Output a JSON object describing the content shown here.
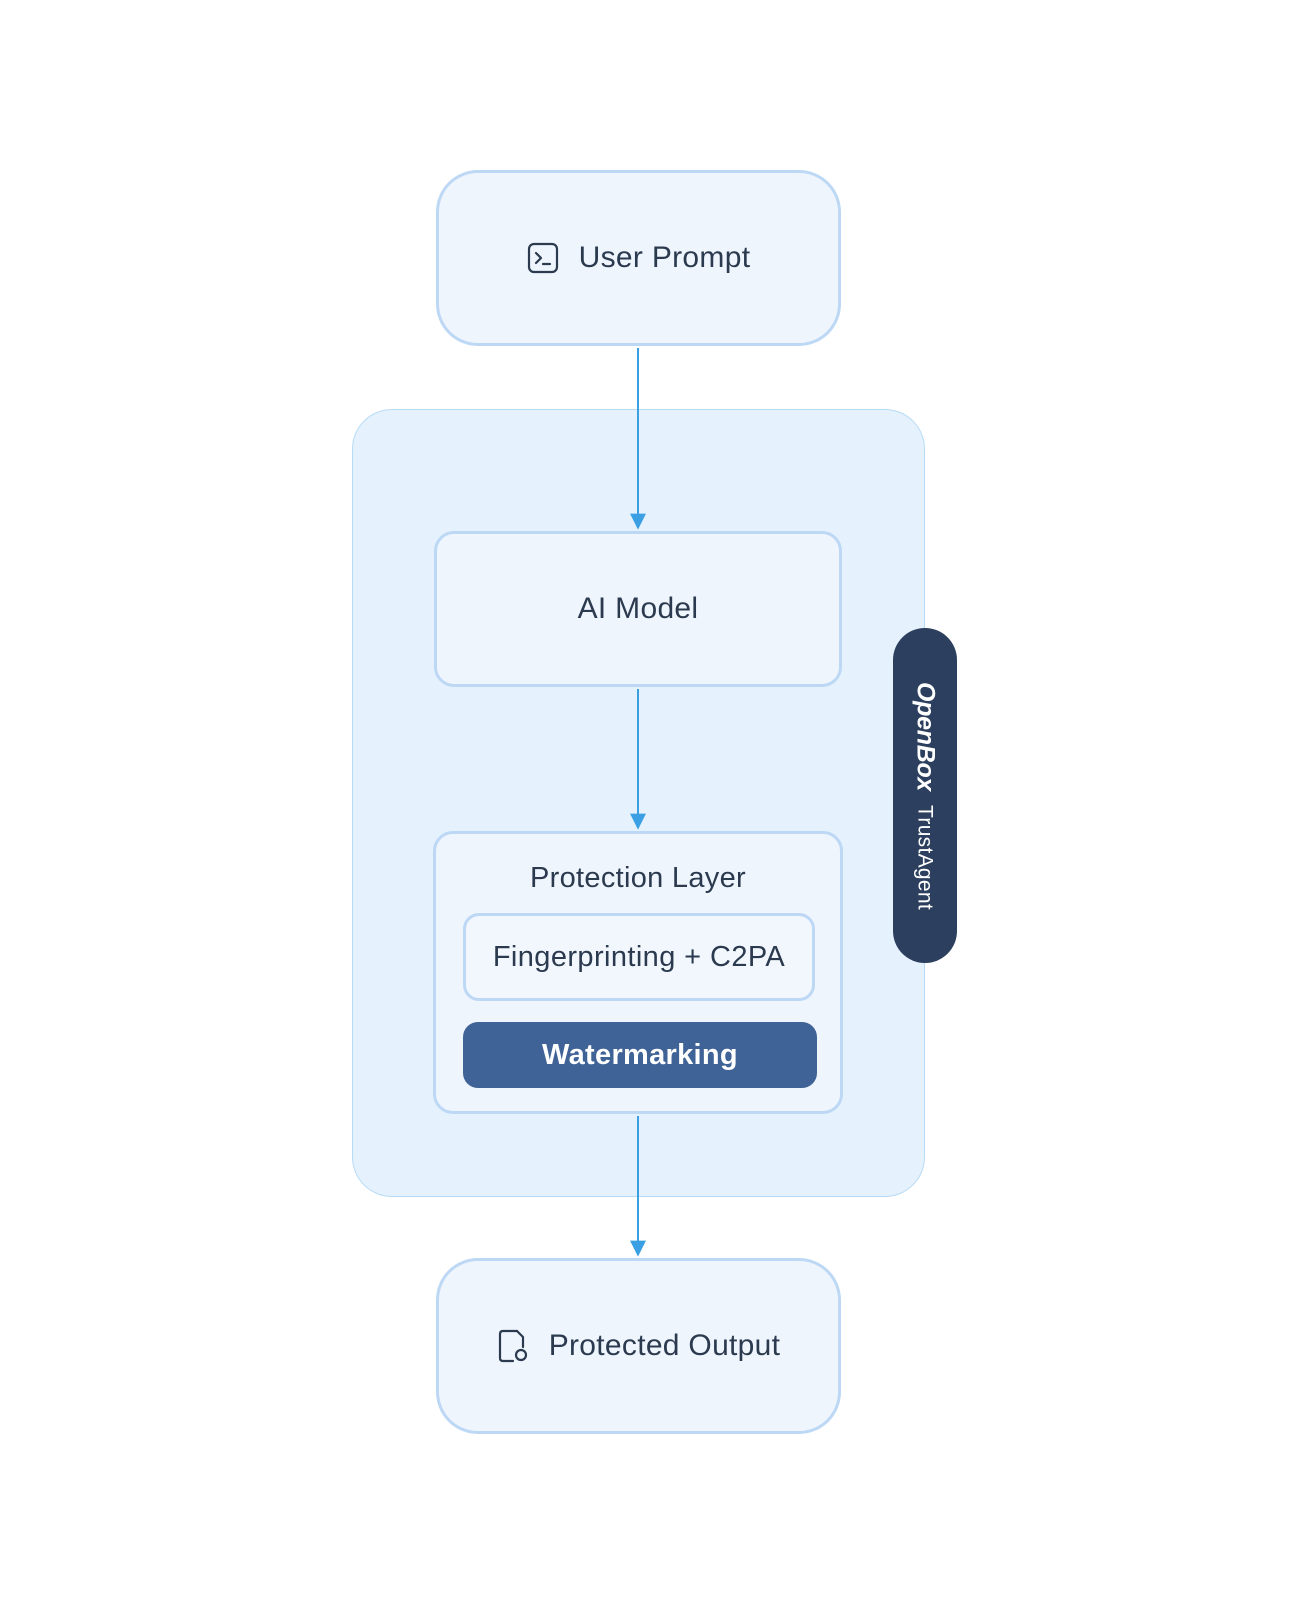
{
  "nodes": {
    "user_prompt": {
      "label": "User Prompt",
      "icon": "terminal-icon"
    },
    "ai_model": {
      "label": "AI Model"
    },
    "protection_layer": {
      "title": "Protection Layer",
      "fingerprinting": "Fingerprinting + C2PA",
      "watermarking": "Watermarking"
    },
    "protected_output": {
      "label": "Protected Output",
      "icon": "protected-file-icon"
    }
  },
  "badge": {
    "brand": "OpenBox",
    "product": "TrustAgent"
  },
  "colors": {
    "node_fill": "#eff5fd",
    "node_border": "#bdd8f5",
    "region_fill": "#e5f2fd",
    "arrow": "#3aa0e3",
    "watermark_fill": "#3f6297",
    "badge_fill": "#2c3f5e",
    "text": "#2b3a4f"
  }
}
